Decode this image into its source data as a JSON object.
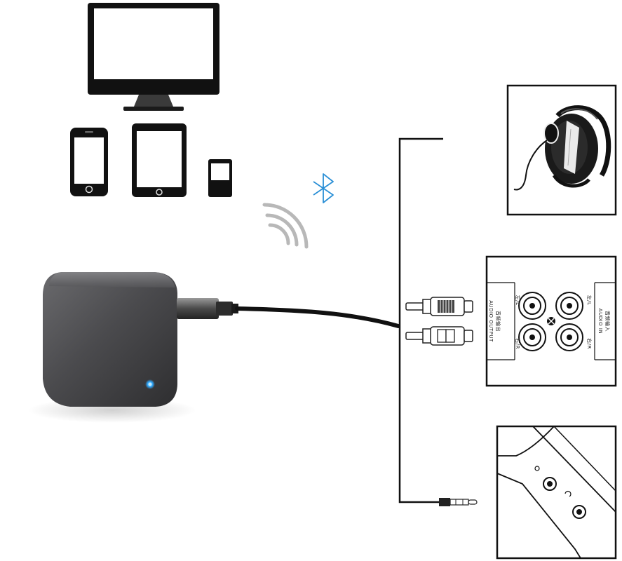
{
  "scene": {
    "background": "#ffffff",
    "source_devices": [
      "monitor-icon",
      "smartphone-icon",
      "tablet-icon",
      "media-player-icon"
    ],
    "wireless_symbol": "bluetooth-icon",
    "wireless_color": "#2a8fd6",
    "signal": "wifi-waves-icon",
    "receiver": {
      "body_color": "#4a4a4c",
      "led_color": "#2fa9ff"
    },
    "outputs": [
      "headphones-icon",
      "rca-audio-panel",
      "aux-jack-panel"
    ]
  },
  "rca_panel": {
    "output_label_cn": "音频输出",
    "output_label_en": "AUDIO OUTPUT",
    "input_label_cn": "音频输入",
    "input_label_en": "AUDIO IN",
    "left_label": "左/L",
    "right_label": "右/R"
  }
}
